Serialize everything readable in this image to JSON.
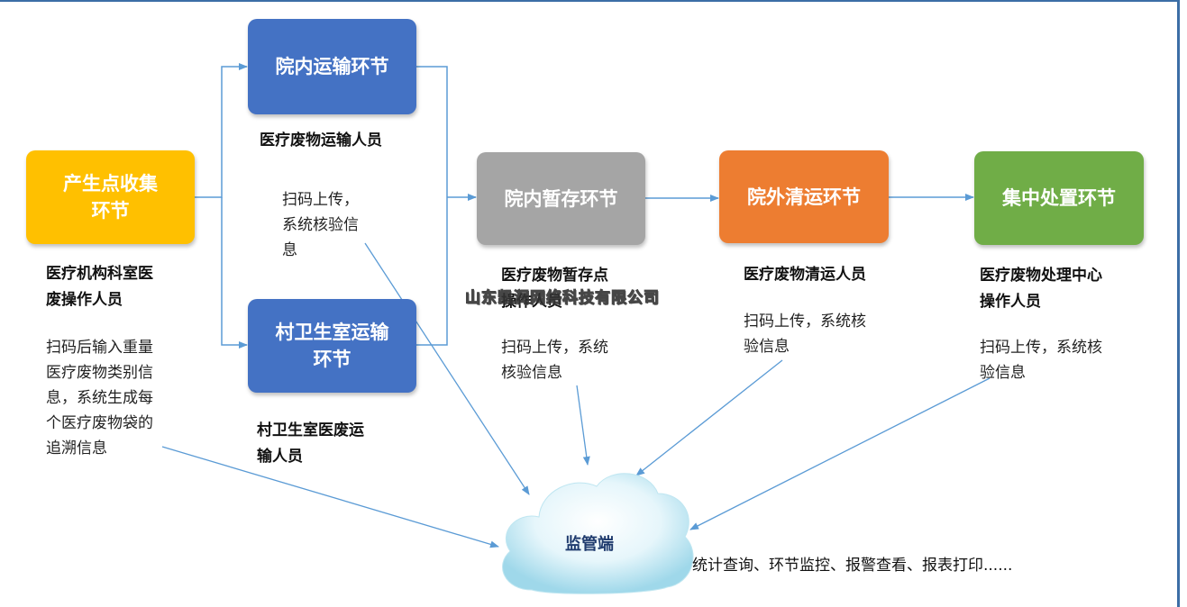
{
  "colors": {
    "collect": "#ffc000",
    "transport": "#4472c4",
    "storage": "#a5a5a5",
    "offsite": "#ed7d31",
    "disposal": "#70ad47",
    "arrow": "#5b9bd5"
  },
  "nodes": {
    "collect": "产生点收集\n环节",
    "inner_transport": "院内运输环节",
    "village_transport": "村卫生室运输\n环节",
    "temp_storage": "院内暂存环节",
    "offsite_clear": "院外清运环节",
    "disposal": "集中处置环节"
  },
  "roles": {
    "collect": "医疗机构科室医\n废操作人员",
    "inner_transport": "医疗废物运输人员",
    "village_transport": "村卫生室医废运\n输人员",
    "temp_storage": "医疗废物暂存点\n操作人员",
    "offsite_clear": "医疗废物清运人员",
    "disposal": "医疗废物处理中心\n操作人员"
  },
  "notes": {
    "collect": "扫码后输入重量\n医疗废物类别信\n息，系统生成每\n个医疗废物袋的\n追溯信息",
    "transport": "扫码上传，\n系统核验信\n息",
    "temp_storage": "扫码上传，系统\n核验信息",
    "offsite_clear": "扫码上传，系统核\n验信息",
    "disposal": "扫码上传，系统核\n验信息"
  },
  "watermark": "山东凯润网络科技有限公司",
  "cloud": {
    "label": "监管端",
    "functions": "统计查询、环节监控、报警查看、报表打印......"
  }
}
